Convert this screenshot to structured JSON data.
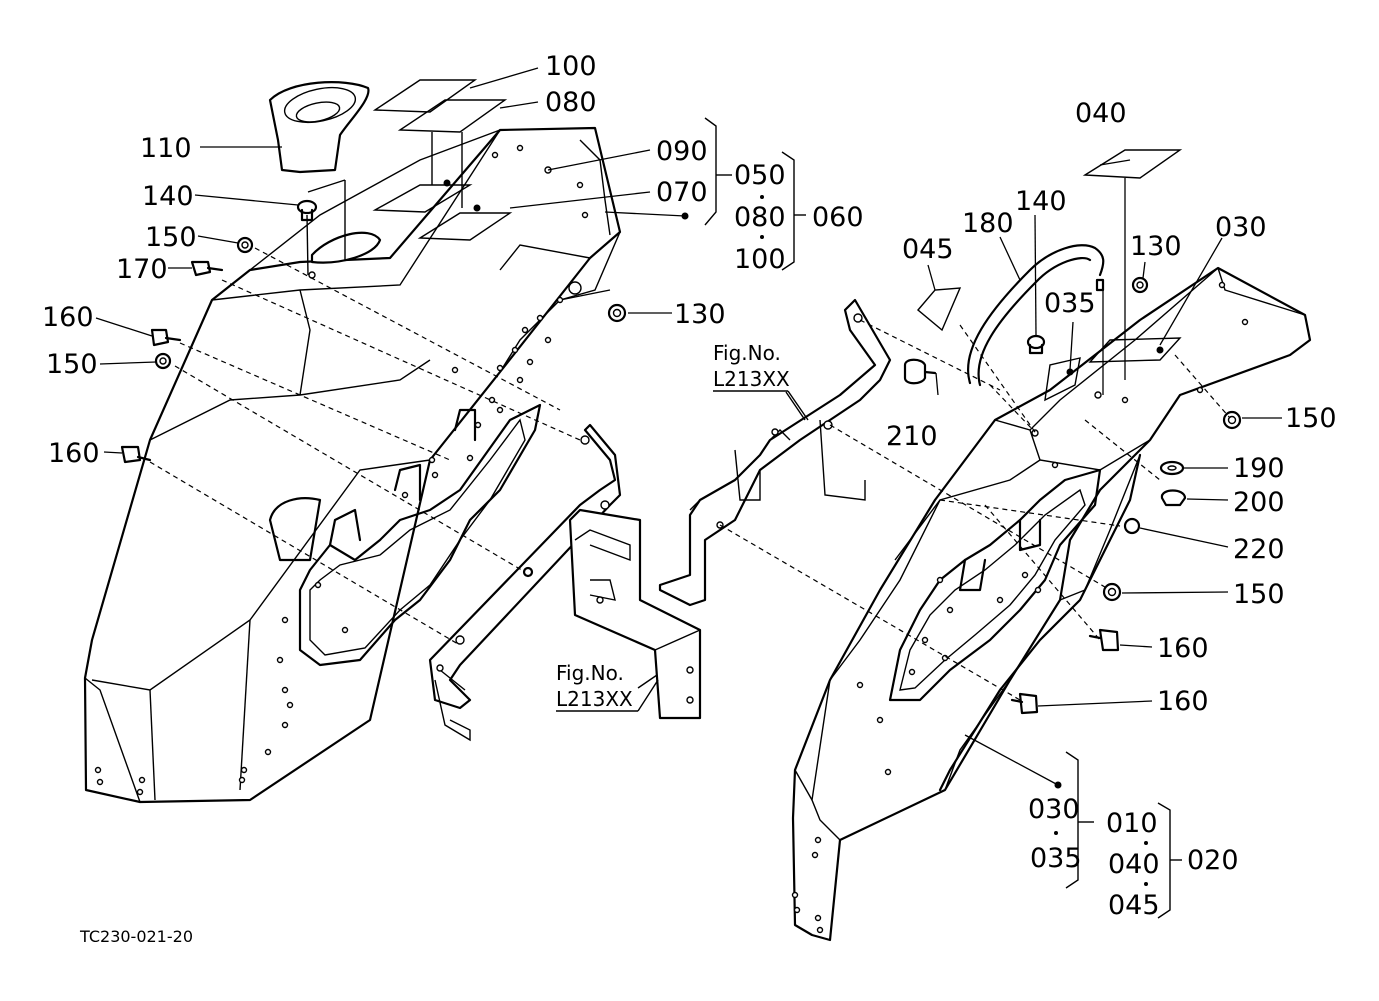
{
  "diagram_code": "TC230-021-20",
  "fig_ref": {
    "line1": "Fig.No.",
    "line2": "L213XX"
  },
  "left_callouts": {
    "p100": "100",
    "p080": "080",
    "p110": "110",
    "p090": "090",
    "p050": "050",
    "p140": "140",
    "p070": "070",
    "p080b": "080",
    "p060": "060",
    "p100b": "100",
    "p150a": "150",
    "p170": "170",
    "p130": "130",
    "p160a": "160",
    "p150b": "150",
    "p160b": "160"
  },
  "right_callouts": {
    "p040": "040",
    "p140": "140",
    "p180": "180",
    "p045": "045",
    "p130": "130",
    "p030": "030",
    "p035": "035",
    "p210": "210",
    "p150a": "150",
    "p190": "190",
    "p200": "200",
    "p220": "220",
    "p150b": "150",
    "p160a": "160",
    "p160b": "160",
    "p030b": "030",
    "p010": "010",
    "p035b": "035",
    "p040b": "040",
    "p020": "020",
    "p045b": "045"
  }
}
